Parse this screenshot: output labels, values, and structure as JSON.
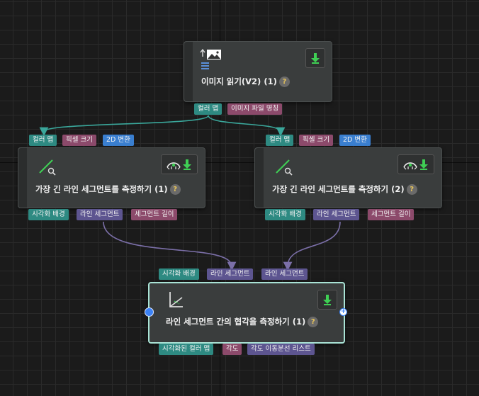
{
  "nodes": {
    "read_image": {
      "title": "이미지 읽기(V2) (1)",
      "help": "?",
      "icon": "image-upload-icon",
      "outputs": [
        "컬러 맵",
        "이미지 파일 명칭"
      ]
    },
    "measure1": {
      "title": "가장 긴 라인 세그먼트를 측정하기 (1)",
      "help": "?",
      "icon": "line-measure-icon",
      "inputs": [
        "컬러 맵",
        "픽셀 크기",
        "2D 변환"
      ],
      "outputs": [
        "시각화 배경",
        "라인 세그먼트",
        "세그먼트 길이"
      ]
    },
    "measure2": {
      "title": "가장 긴 라인 세그먼트를 측정하기 (2)",
      "help": "?",
      "icon": "line-measure-icon",
      "inputs": [
        "컬러 맵",
        "픽셀 크기",
        "2D 변환"
      ],
      "outputs": [
        "시각화 배경",
        "라인 세그먼트",
        "세그먼트 길이"
      ]
    },
    "angle": {
      "title": "라인 세그먼트 간의 협각을 측정하기 (1)",
      "help": "?",
      "icon": "angle-icon",
      "inputs": [
        "시각화 배경",
        "라인 세그먼트",
        "라인 세그먼트"
      ],
      "outputs": [
        "시각화된 컬러 맵",
        "각도",
        "각도 이동분선 리스트"
      ]
    }
  },
  "colors": {
    "image_port": "#2e8a82",
    "data_port": "#8c4a6b",
    "transform_port": "#3a7fd0",
    "line_port": "#5d5590",
    "teal_wire": "#3aa79b",
    "purple_wire": "#7b6fa8",
    "selected_border": "#a9e3d5"
  }
}
